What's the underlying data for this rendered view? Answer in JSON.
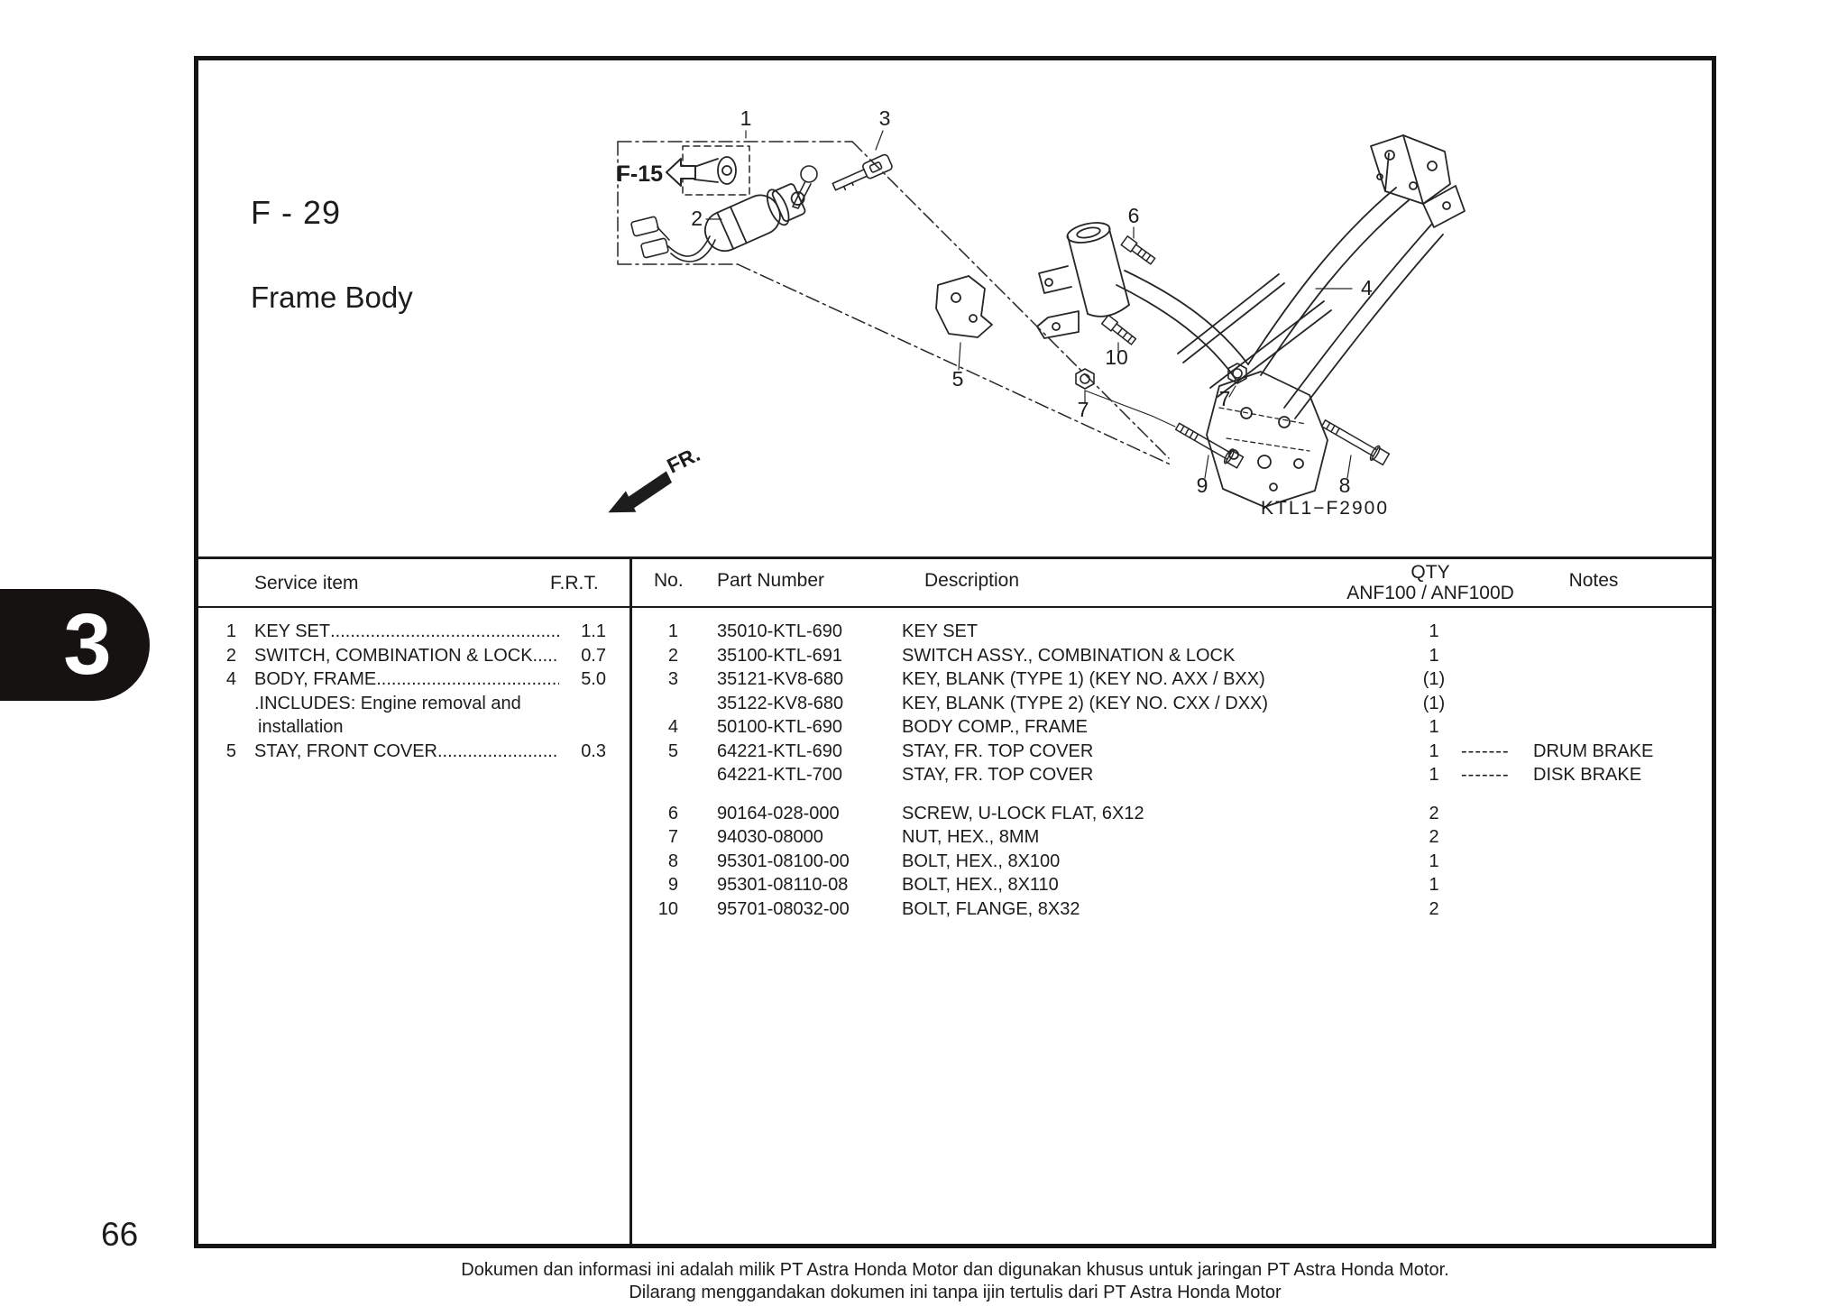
{
  "page": {
    "code": "F - 29",
    "title": "Frame Body",
    "chapter_tab": "3",
    "page_number": "66",
    "footer_line1": "Dokumen dan informasi ini adalah milik PT Astra Honda Motor dan digunakan khusus untuk jaringan PT Astra Honda Motor.",
    "footer_line2": "Dilarang menggandakan dokumen ini tanpa ijin tertulis dari PT Astra Honda Motor"
  },
  "diagram": {
    "ref_label": "F-15",
    "fr_label": "FR.",
    "code": "KTL1−F2900",
    "callouts": {
      "c1": "1",
      "c2": "2",
      "c3": "3",
      "c4": "4",
      "c5": "5",
      "c6": "6",
      "c7": "7",
      "c7b": "7",
      "c8": "8",
      "c9": "9",
      "c10": "10"
    }
  },
  "service_table": {
    "headers": {
      "item": "Service item",
      "frt": "F.R.T."
    },
    "rows": [
      {
        "no": "1",
        "item": "KEY SET",
        "dots": "..........................................................................................",
        "frt": "1.1"
      },
      {
        "no": "2",
        "item": "SWITCH, COMBINATION & LOCK",
        "dots": "..........................................................................................",
        "frt": "0.7"
      },
      {
        "no": "4",
        "item": "BODY, FRAME",
        "dots": "..........................................................................................",
        "frt": "5.0"
      },
      {
        "no": "",
        "item": ".INCLUDES: Engine removal and",
        "dots": "",
        "frt": ""
      },
      {
        "no": "",
        "item": "installation",
        "dots": "",
        "frt": ""
      },
      {
        "no": "5",
        "item": "STAY, FRONT COVER",
        "dots": "..........................................................................................",
        "frt": "0.3"
      }
    ]
  },
  "parts_table": {
    "headers": {
      "no": "No.",
      "part_number": "Part Number",
      "description": "Description",
      "qty_line1": "QTY",
      "qty_line2": "ANF100 / ANF100D",
      "notes": "Notes"
    },
    "rows": [
      {
        "no": "1",
        "pn": "35010-KTL-690",
        "desc": "KEY SET",
        "qty": "1",
        "dash": "",
        "notes": ""
      },
      {
        "no": "2",
        "pn": "35100-KTL-691",
        "desc": "SWITCH ASSY., COMBINATION & LOCK",
        "qty": "1",
        "dash": "",
        "notes": ""
      },
      {
        "no": "3",
        "pn": "35121-KV8-680",
        "desc": "KEY, BLANK (TYPE 1) (KEY NO. AXX / BXX)",
        "qty": "(1)",
        "dash": "",
        "notes": ""
      },
      {
        "no": "",
        "pn": "35122-KV8-680",
        "desc": "KEY, BLANK (TYPE 2) (KEY NO. CXX / DXX)",
        "qty": "(1)",
        "dash": "",
        "notes": ""
      },
      {
        "no": "4",
        "pn": "50100-KTL-690",
        "desc": "BODY COMP., FRAME",
        "qty": "1",
        "dash": "",
        "notes": ""
      },
      {
        "no": "5",
        "pn": "64221-KTL-690",
        "desc": "STAY, FR. TOP COVER",
        "qty": "1",
        "dash": "-------",
        "notes": "DRUM BRAKE"
      },
      {
        "no": "",
        "pn": "64221-KTL-700",
        "desc": "STAY, FR. TOP COVER",
        "qty": "1",
        "dash": "-------",
        "notes": "DISK BRAKE"
      },
      {
        "no": "6",
        "pn": "90164-028-000",
        "desc": "SCREW, U-LOCK FLAT, 6X12",
        "qty": "2",
        "dash": "",
        "notes": ""
      },
      {
        "no": "7",
        "pn": "94030-08000",
        "desc": "NUT, HEX., 8MM",
        "qty": "2",
        "dash": "",
        "notes": ""
      },
      {
        "no": "8",
        "pn": "95301-08100-00",
        "desc": "BOLT, HEX., 8X100",
        "qty": "1",
        "dash": "",
        "notes": ""
      },
      {
        "no": "9",
        "pn": "95301-08110-08",
        "desc": "BOLT, HEX., 8X110",
        "qty": "1",
        "dash": "",
        "notes": ""
      },
      {
        "no": "10",
        "pn": "95701-08032-00",
        "desc": "BOLT, FLANGE, 8X32",
        "qty": "2",
        "dash": "",
        "notes": ""
      }
    ]
  }
}
